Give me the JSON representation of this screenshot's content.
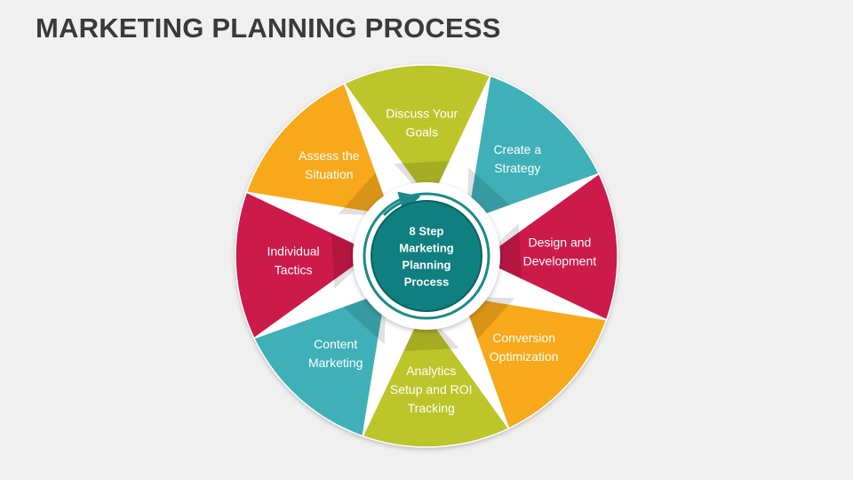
{
  "title": "MARKETING PLANNING PROCESS",
  "center": {
    "lines": [
      "8 Step",
      "Marketing",
      "Planning",
      "Process"
    ],
    "color": "#0f7f7f"
  },
  "segments": [
    {
      "lines": [
        "Discuss Your",
        "Goals"
      ],
      "color": "#bcc52a"
    },
    {
      "lines": [
        "Create a",
        "Strategy"
      ],
      "color": "#3fb0b7"
    },
    {
      "lines": [
        "Design and",
        "Development"
      ],
      "color": "#cc1a4a"
    },
    {
      "lines": [
        "Conversion",
        "Optimization"
      ],
      "color": "#f7a91b"
    },
    {
      "lines": [
        "Analytics",
        "Setup and ROI",
        "Tracking"
      ],
      "color": "#bcc52a"
    },
    {
      "lines": [
        "Content",
        "Marketing"
      ],
      "color": "#3fb0b7"
    },
    {
      "lines": [
        "Individual",
        "Tactics"
      ],
      "color": "#cc1a4a"
    },
    {
      "lines": [
        "Assess the",
        "Situation"
      ],
      "color": "#f7a91b"
    }
  ]
}
